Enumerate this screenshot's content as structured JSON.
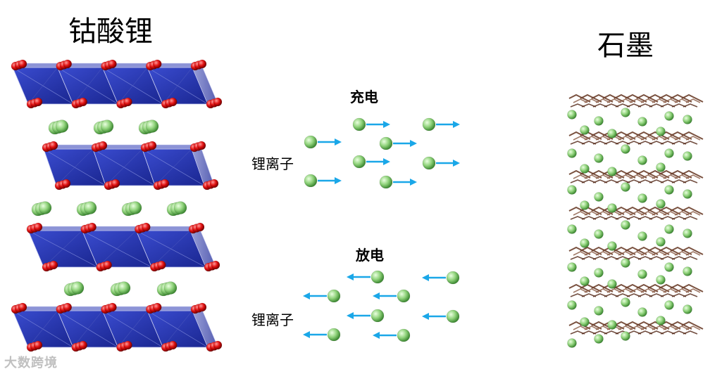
{
  "titles": {
    "lco": "钴酸锂",
    "graphite": "石墨"
  },
  "process": {
    "charge_label": "充电",
    "discharge_label": "放电",
    "ion_label_charge": "锂离子",
    "ion_label_discharge": "锂离子"
  },
  "watermark": "大数跨境",
  "colors": {
    "octahedron": "#2a3ab0",
    "oxygen": "#e01010",
    "lithium": "#8fd27a",
    "arrow": "#1aa7e8",
    "graphite": "#6b3e2a"
  }
}
